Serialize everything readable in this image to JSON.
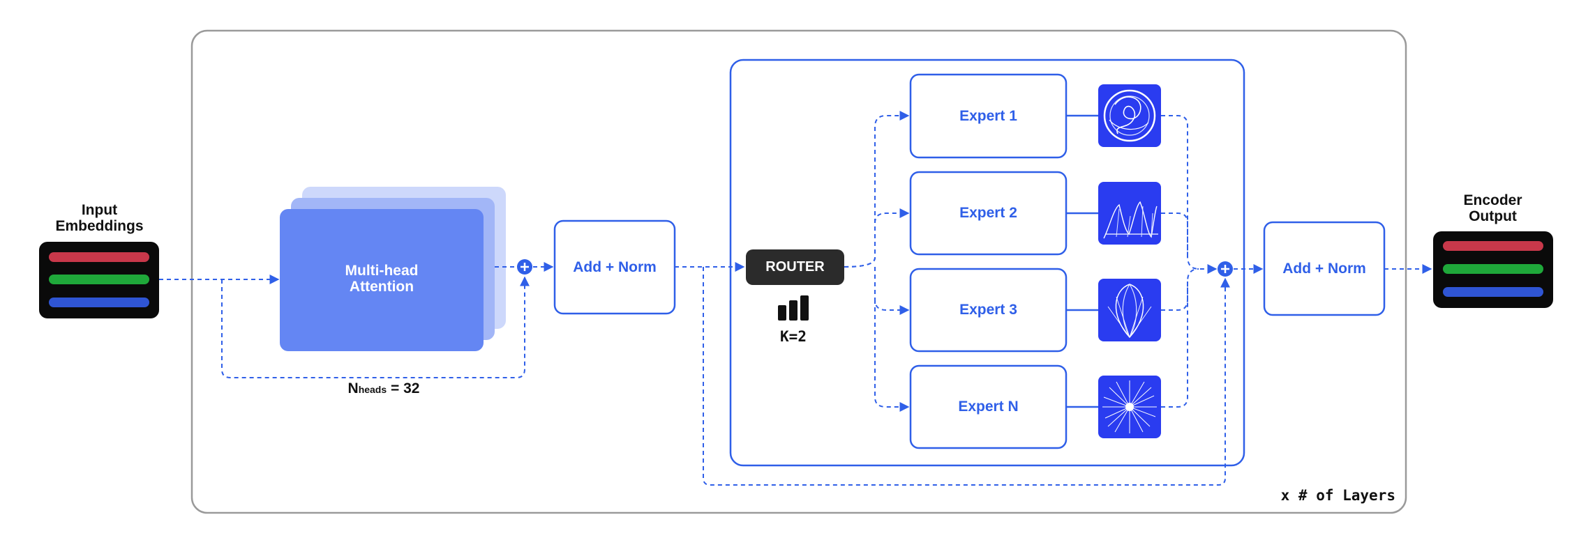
{
  "input": {
    "title_line1": "Input",
    "title_line2": "Embeddings"
  },
  "output": {
    "title_line1": "Encoder",
    "title_line2": "Output"
  },
  "attention": {
    "label_line1": "Multi-head",
    "label_line2": "Attention",
    "heads_symbol": "N",
    "heads_subscript": "heads",
    "heads_value": "= 32"
  },
  "add_norm_1": {
    "label": "Add + Norm"
  },
  "add_norm_2": {
    "label": "Add + Norm"
  },
  "router": {
    "label": "ROUTER",
    "k_label": "K=2"
  },
  "experts": [
    {
      "label": "Expert 1"
    },
    {
      "label": "Expert 2"
    },
    {
      "label": "Expert 3"
    },
    {
      "label": "Expert N"
    }
  ],
  "layers_label": "x # of Layers",
  "colors": {
    "accent": "#2f5fe8",
    "expert_tile": "#2a3cf0",
    "frame": "#9a9a9a",
    "token_red": "#c8384a",
    "token_green": "#1fa83a",
    "token_blue": "#2f55d4",
    "dark": "#1f1f1f"
  }
}
